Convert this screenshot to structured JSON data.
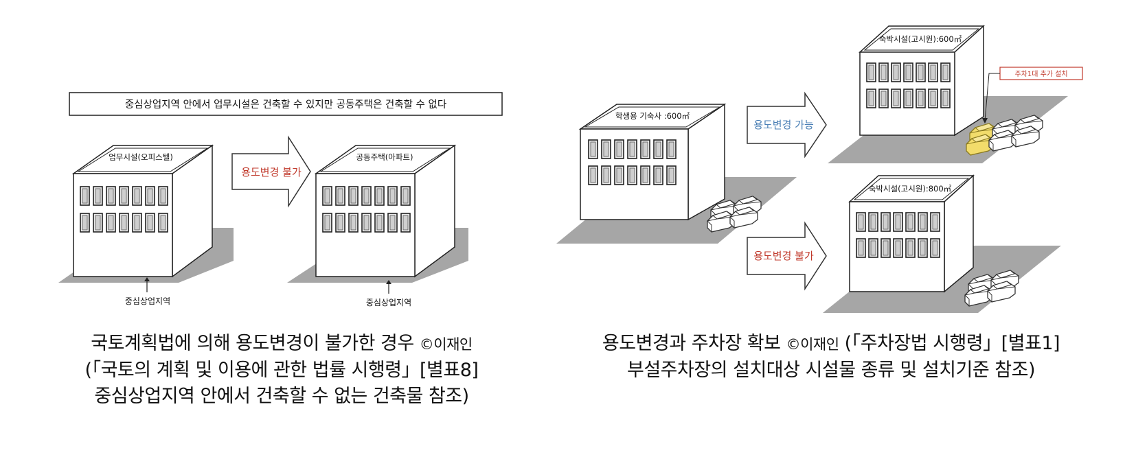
{
  "left": {
    "banner": "중심상업지역 안에서 업무시설은 건축할 수 있지만 공동주택은 건축할 수 없다",
    "building_a": "업무시설(오피스텔)",
    "building_b": "공동주택(아파트)",
    "arrow_label": "용도변경 불가",
    "zone_a": "중심상업지역",
    "zone_b": "중심상업지역",
    "caption": {
      "line1": "국토계획법에 의해 용도변경이 불가한 경우",
      "credit": "©이재인",
      "line2": "(「국토의 계획 및 이용에 관한 법률 시행령」[별표8]",
      "line3": "중심상업지역 안에서 건축할 수 없는 건축물 참조)"
    }
  },
  "right": {
    "building_src": "학생용 기숙사 :600㎡",
    "building_top": "숙박시설(고시원):600㎡",
    "building_bottom": "숙박시설(고시원):800㎡",
    "arrow_top_label": "용도변경 가능",
    "arrow_bottom_label": "용도변경 불가",
    "callout": "주차1대 추가 설치",
    "caption": {
      "line1": "용도변경과 주차장 확보",
      "credit": "©이재인",
      "line1b": "(「주차장법 시행령」[별표1]",
      "line2": "부설주차장의 설치대상 시설물 종류 및 설치기준 참조)"
    }
  },
  "colors": {
    "red": "#c0392b",
    "blue": "#4a7fb5",
    "ground": "#a6a6a6",
    "car_highlight": "#f2dc6b"
  }
}
